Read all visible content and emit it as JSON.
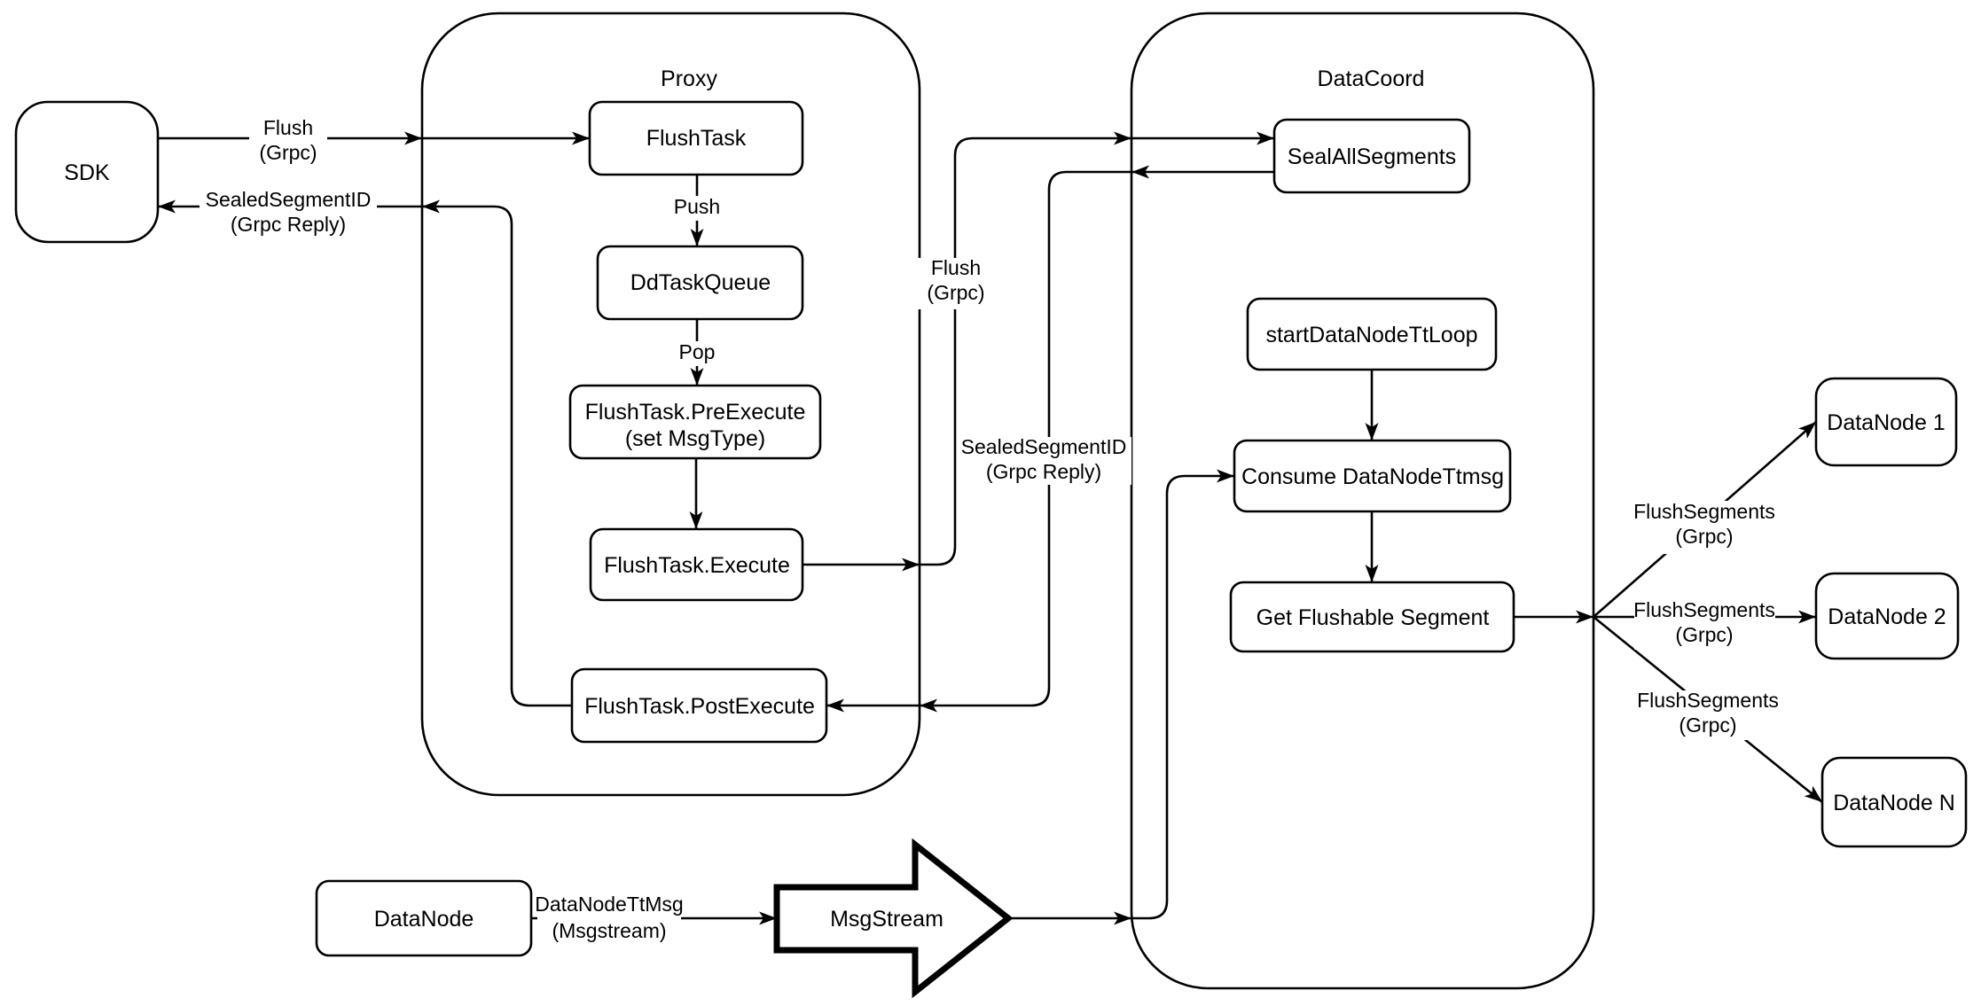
{
  "colors": {
    "background": "#ffffff",
    "stroke": "#000000",
    "text": "#000000",
    "node_fill": "#ffffff"
  },
  "containers": {
    "proxy": {
      "title": "Proxy"
    },
    "datacoord": {
      "title": "DataCoord"
    }
  },
  "nodes": {
    "sdk": {
      "label": "SDK"
    },
    "flush_task": {
      "label": "FlushTask"
    },
    "dd_task_queue": {
      "label": "DdTaskQueue"
    },
    "pre_execute": {
      "line1": "FlushTask.PreExecute",
      "line2": "(set MsgType)"
    },
    "execute": {
      "label": "FlushTask.Execute"
    },
    "post_execute": {
      "label": "FlushTask.PostExecute"
    },
    "seal_all_segments": {
      "label": "SealAllSegments"
    },
    "start_datanode_tt_loop": {
      "label": "startDataNodeTtLoop"
    },
    "consume_datanode_ttmsg": {
      "label": "Consume DataNodeTtmsg"
    },
    "get_flushable_segment": {
      "label": "Get Flushable Segment"
    },
    "datanode_1": {
      "label": "DataNode 1"
    },
    "datanode_2": {
      "label": "DataNode 2"
    },
    "datanode_n": {
      "label": "DataNode N"
    },
    "datanode": {
      "label": "DataNode"
    },
    "msgstream": {
      "label": "MsgStream"
    }
  },
  "edge_labels": {
    "flush_grpc_sdk": {
      "line1": "Flush",
      "line2": "(Grpc)"
    },
    "sealed_segment_id_sdk": {
      "line1": "SealedSegmentID",
      "line2": "(Grpc Reply)"
    },
    "push": {
      "label": "Push"
    },
    "pop": {
      "label": "Pop"
    },
    "flush_grpc_mid": {
      "line1": "Flush",
      "line2": "(Grpc)"
    },
    "sealed_segment_id_mid": {
      "line1": "SealedSegmentID",
      "line2": "(Grpc Reply)"
    },
    "flush_segments_1": {
      "line1": "FlushSegments",
      "line2": "(Grpc)"
    },
    "flush_segments_2": {
      "line1": "FlushSegments",
      "line2": "(Grpc)"
    },
    "flush_segments_3": {
      "line1": "FlushSegments",
      "line2": "(Grpc)"
    },
    "datanode_tt_msg": {
      "line1": "DataNodeTtMsg",
      "line2": "(Msgstream)"
    }
  }
}
